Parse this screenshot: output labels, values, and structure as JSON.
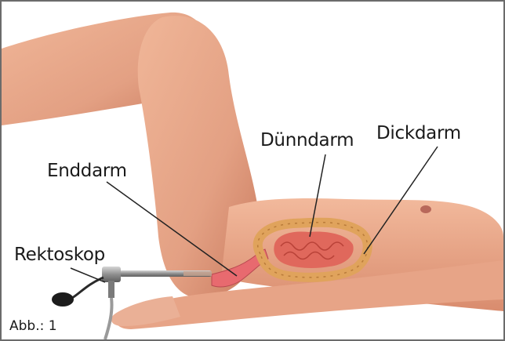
{
  "labels": {
    "duenndarm": "Dünndarm",
    "dickdarm": "Dickdarm",
    "enddarm": "Enddarm",
    "rektoskop": "Rektoskop"
  },
  "caption": "Abb.: 1",
  "colors": {
    "skin": "#e9a88a",
    "skin_shadow": "#cf8468",
    "colon": "#e0a35c",
    "small_intestine": "#e0685c",
    "rectum": "#e86a6f",
    "instrument": "#8a8a8a",
    "leader_line": "#222222",
    "border": "#6b6b6b"
  }
}
